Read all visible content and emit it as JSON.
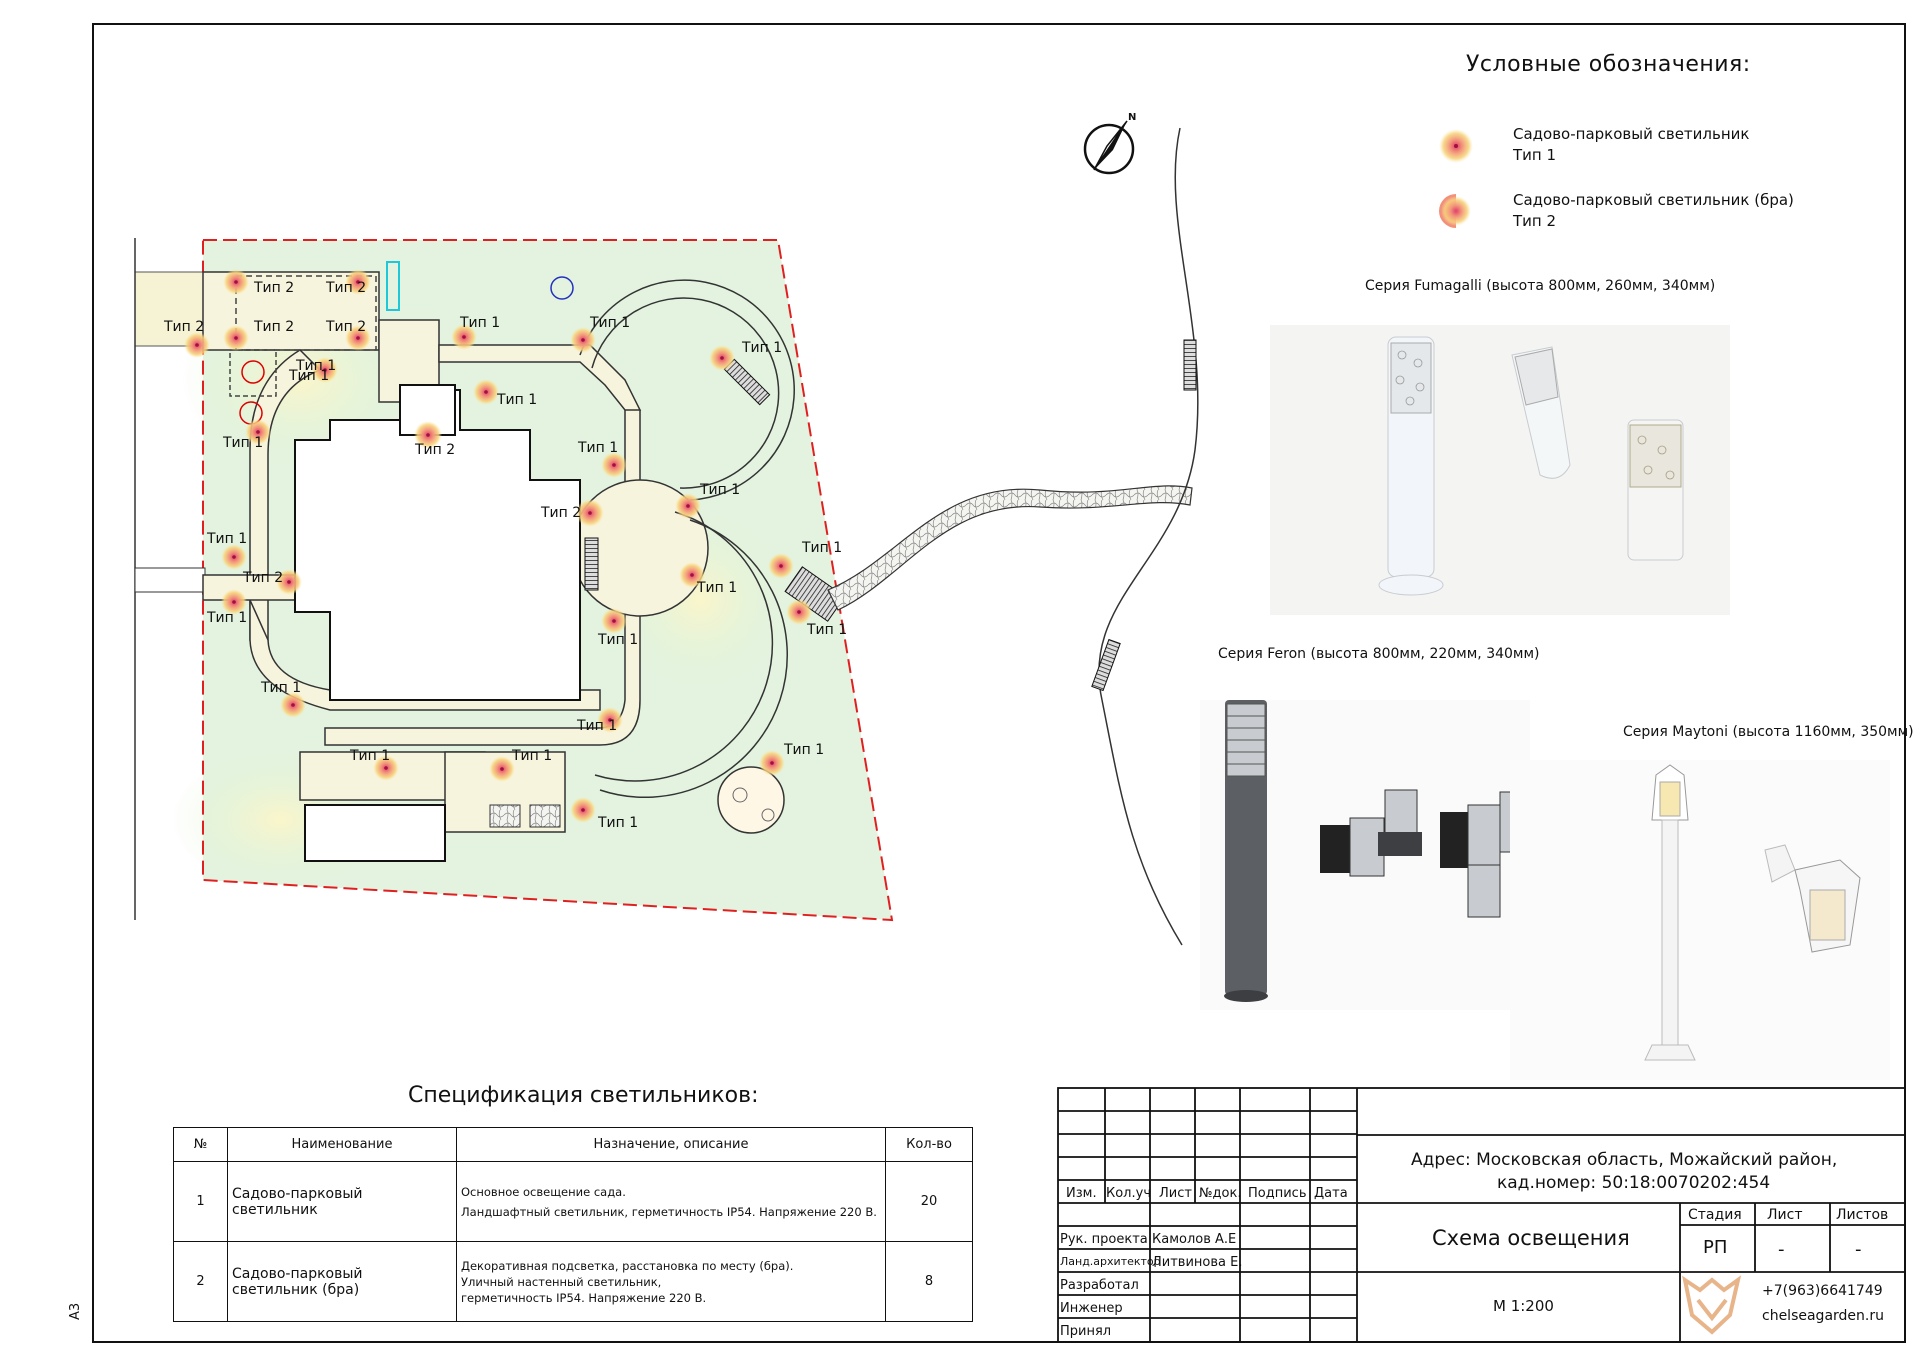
{
  "legend": {
    "title": "Условные обозначения:",
    "items": [
      {
        "label": "Садово-парковый светильник",
        "type": "Тип 1"
      },
      {
        "label": "Садово-парковый светильник (бра)",
        "type": "Тип 2"
      }
    ]
  },
  "compass": {
    "label": "N"
  },
  "series": [
    "Серия Fumagalli (высота 800мм, 260мм, 340мм)",
    "Серия Feron (высота 800мм, 220мм, 340мм)",
    "Серия Maytoni (высота 1160мм, 350мм)"
  ],
  "plan_labels": [
    "Тип 2",
    "Тип 2",
    "Тип 2",
    "Тип 2",
    "Тип 2",
    "Тип 1",
    "Тип 1",
    "Тип 1",
    "Тип 1",
    "Тип 1",
    "Тип 2",
    "Тип 1",
    "Тип 1",
    "Тип 1",
    "Тип 2",
    "Тип 1",
    "Тип 1",
    "Тип 2",
    "Тип 1",
    "Тип 1",
    "Тип 1",
    "Тип 1",
    "Тип 1",
    "Тип 1",
    "Тип 1",
    "Тип 1",
    "Тип 1",
    "Тип 1",
    "Тип 1"
  ],
  "spec": {
    "title": "Спецификация светильников:",
    "headers": [
      "№",
      "Наименование",
      "Назначение, описание",
      "Кол-во"
    ],
    "rows": [
      {
        "num": "1",
        "name": "Садово-парковый светильник",
        "desc1": "Основное освещение сада.",
        "desc2": "Ландшафтный светильник, герметичность IP54. Напряжение 220 В.",
        "qty": "20"
      },
      {
        "num": "2",
        "name": "Садово-парковый светильник (бра)",
        "desc1": "Декоративная подсветка, расстановка по месту (бра).",
        "desc2": "Уличный настенный светильник, герметичность IP54. Напряжение 220 В.",
        "qty": "8"
      }
    ]
  },
  "title_block": {
    "columns": [
      "Изм.",
      "Кол.уч",
      "Лист",
      "№док.",
      "Подпись",
      "Дата"
    ],
    "address_line1": "Адрес: Московская область,  Можайский район,",
    "address_line2": "кад.номер: 50:18:0070202:454",
    "drawing_title": "Схема освещения",
    "scale": "М 1:200",
    "stage_header": "Стадия",
    "sheet_header": "Лист",
    "sheets_header": "Листов",
    "stage_value": "РП",
    "sheet_value": "-",
    "sheets_value": "-",
    "roles": [
      {
        "role": "Рук. проекта",
        "name": "Камолов А.Е"
      },
      {
        "role": "Ланд.архитектор",
        "name": "Литвинова Е."
      },
      {
        "role": "Разработал",
        "name": ""
      },
      {
        "role": "Инженер",
        "name": ""
      },
      {
        "role": "Принял",
        "name": ""
      }
    ],
    "phone": "+7(963)6641749",
    "website": "chelseagarden.ru"
  },
  "format": "А3"
}
